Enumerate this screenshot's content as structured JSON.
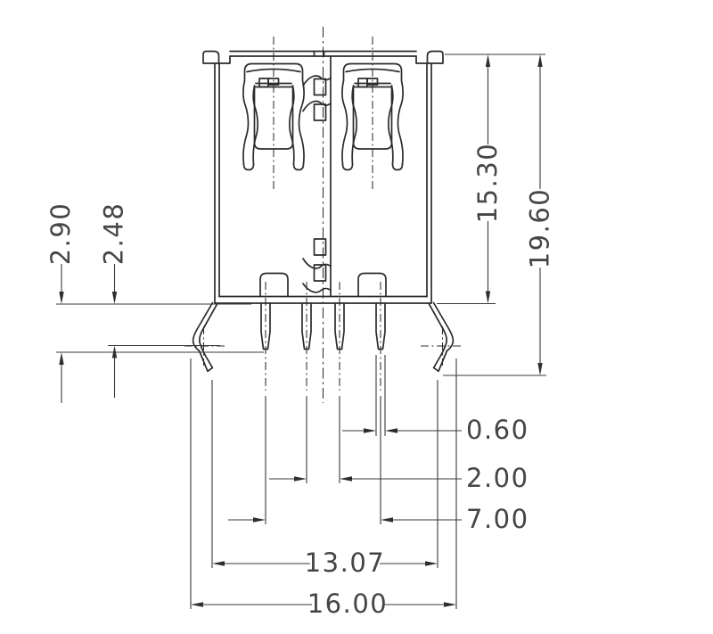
{
  "diagram": {
    "kind": "technical-dimension-drawing",
    "colors": {
      "background": "#ffffff",
      "object_line": "#2b2b2b",
      "dimension_line": "#3a3a3a",
      "text": "#454545"
    },
    "dimensions": {
      "left_outer_height": "2.90",
      "left_inner_height": "2.48",
      "shell_height": "15.30",
      "overall_height": "19.60",
      "pin_width": "0.60",
      "pin_gap": "2.00",
      "pin_span": "7.00",
      "leg_tip_span": "13.07",
      "overall_width": "16.00"
    }
  }
}
